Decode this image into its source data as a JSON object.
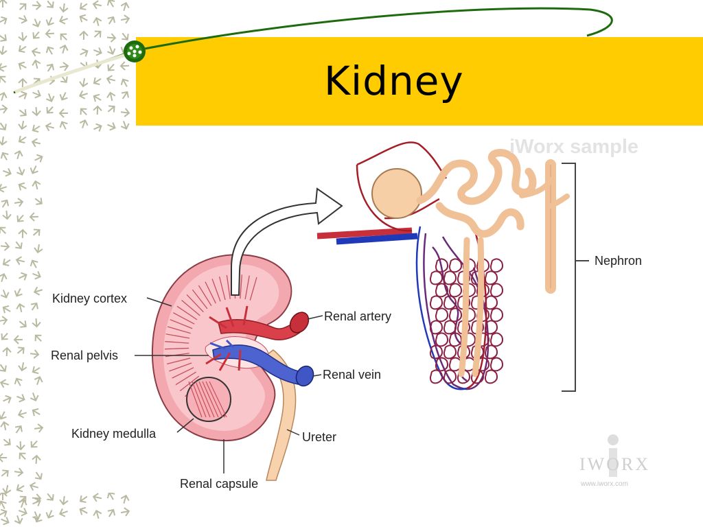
{
  "slide": {
    "title": "Kidney",
    "accent_color": "#fecc00",
    "line_color": "#1e6b0e"
  },
  "diagram": {
    "labels": {
      "kidney_cortex": "Kidney cortex",
      "renal_pelvis": "Renal pelvis",
      "kidney_medulla": "Kidney medulla",
      "renal_capsule": "Renal capsule",
      "renal_artery": "Renal artery",
      "renal_vein": "Renal vein",
      "ureter": "Ureter",
      "nephron": "Nephron"
    },
    "watermark": "iWorx sample",
    "logo": {
      "word": "IWORX",
      "url": "www.iworx.com"
    },
    "colors": {
      "artery": "#b3232a",
      "vein": "#1f3aa8",
      "tubule": "#f3c9a0",
      "kidney_fill": "#f7b9bf"
    }
  }
}
